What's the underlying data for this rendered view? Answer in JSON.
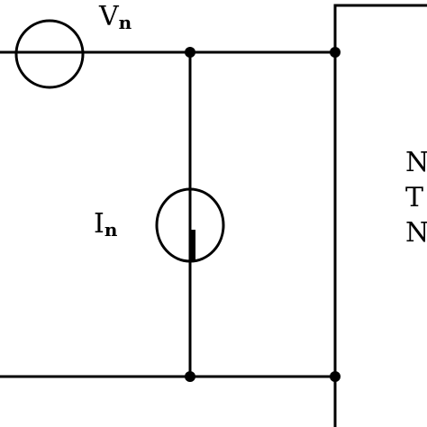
{
  "labels": {
    "voltage_source": {
      "main": "V",
      "sub": "n"
    },
    "current_source": {
      "main": "I",
      "sub": "n"
    }
  },
  "box_text": [
    "N",
    "T",
    "N"
  ],
  "icons": {
    "voltage_source": "voltage-source-icon",
    "current_source": "current-source-icon"
  },
  "colors": {
    "line": "#000000",
    "background": "#ffffff"
  }
}
